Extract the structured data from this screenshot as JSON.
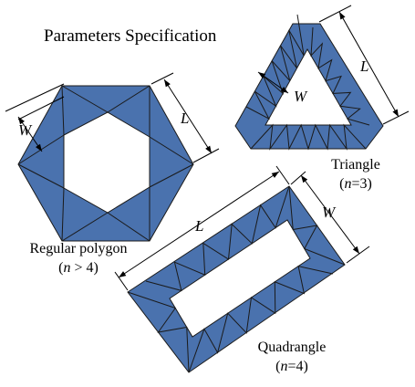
{
  "title": "Parameters Specification",
  "colors": {
    "fill": "#4a72ae",
    "edge": "#1a1a1a",
    "line": "#000000",
    "background": "#ffffff"
  },
  "shapes": {
    "hexagon": {
      "name": "Regular polygon",
      "param_var": "n",
      "param_op": " > ",
      "param_val": "4",
      "dim_w": "W",
      "dim_l": "L"
    },
    "triangle": {
      "name": "Triangle",
      "param_var": "n",
      "param_op": "=",
      "param_val": "3",
      "dim_w": "W",
      "dim_l": "L"
    },
    "quadrangle": {
      "name": "Quadrangle",
      "param_var": "n",
      "param_op": "=",
      "param_val": "4",
      "dim_w": "W",
      "dim_l": "L"
    }
  }
}
